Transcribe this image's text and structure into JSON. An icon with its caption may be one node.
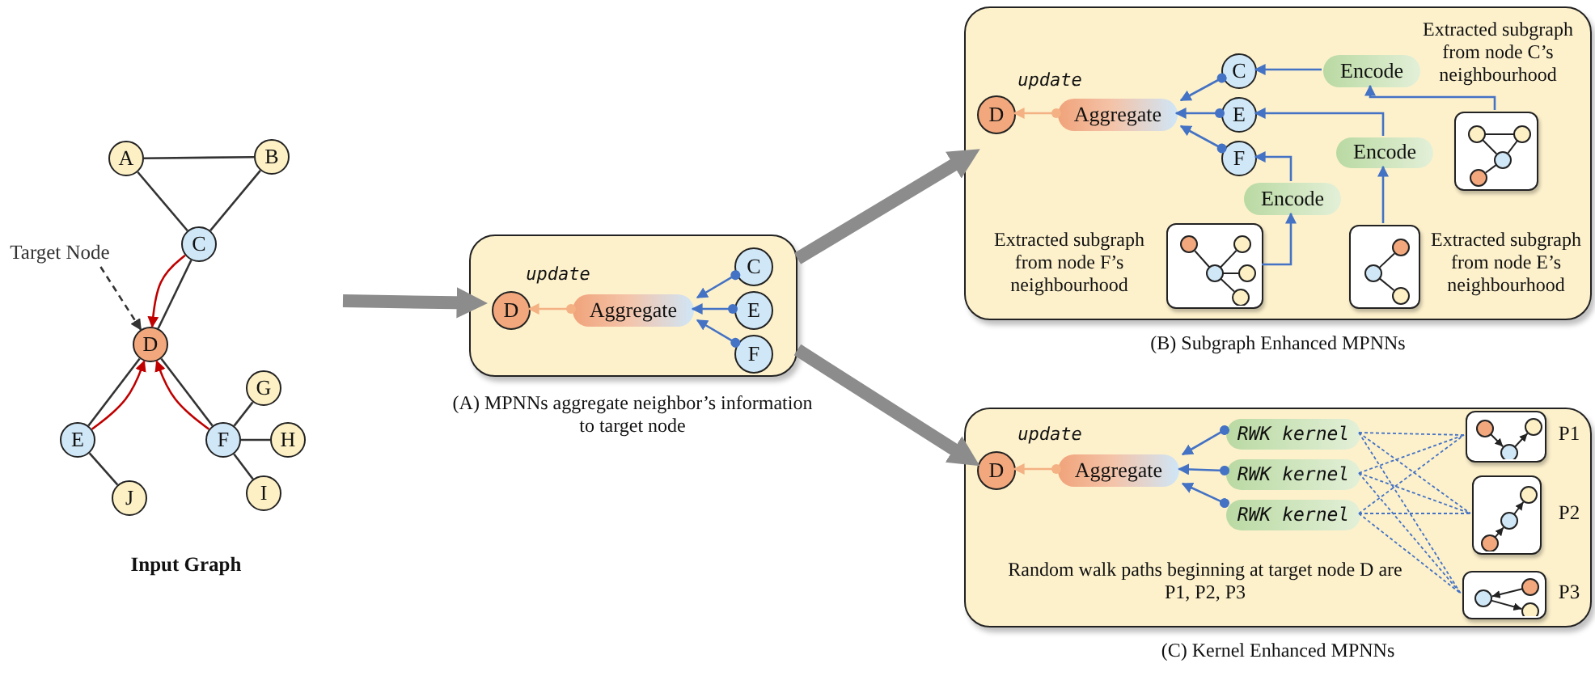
{
  "diagram": {
    "nodes": [
      {
        "text": [
          "A"
        ]
      },
      {
        "text": [
          "B"
        ]
      },
      {
        "text": [
          "C"
        ]
      },
      {
        "text": [
          "Target Node"
        ]
      },
      {
        "text": [
          "D"
        ]
      },
      {
        "text": [
          "G"
        ]
      },
      {
        "text": [
          "E"
        ]
      },
      {
        "text": [
          "F"
        ]
      },
      {
        "text": [
          "H"
        ]
      },
      {
        "text": [
          "I"
        ]
      },
      {
        "text": [
          "J"
        ]
      },
      {
        "text": [],
        "shape": "box"
      },
      {
        "text": [
          "D"
        ],
        "in": 11
      },
      {
        "text": [
          "Aggregate"
        ],
        "in": 11
      },
      {
        "text": [
          "C"
        ],
        "in": 11
      },
      {
        "text": [
          "E"
        ],
        "in": 11
      },
      {
        "text": [
          "F"
        ],
        "in": 11
      },
      {
        "text": [],
        "shape": "box"
      },
      {
        "text": [
          "D"
        ],
        "in": 17
      },
      {
        "text": [
          "Aggregate"
        ],
        "in": 17
      },
      {
        "text": [
          "C"
        ],
        "in": 17
      },
      {
        "text": [
          "E"
        ],
        "in": 17
      },
      {
        "text": [
          "F"
        ],
        "in": 17
      },
      {
        "text": [
          "Encode"
        ],
        "in": 17
      },
      {
        "text": [
          "Encode"
        ],
        "in": 17
      },
      {
        "text": [
          "Encode"
        ],
        "in": 17
      },
      {
        "text": [],
        "shape": "box",
        "in": 17
      },
      {
        "text": [],
        "shape": "box",
        "in": 17
      },
      {
        "text": [],
        "shape": "box",
        "in": 17
      },
      {
        "text": [],
        "shape": "box"
      },
      {
        "text": [
          "D"
        ],
        "in": 29
      },
      {
        "text": [
          "Aggregate"
        ],
        "in": 29
      },
      {
        "text": [
          "RWK kernel"
        ],
        "in": 29
      },
      {
        "text": [
          "RWK kernel"
        ],
        "in": 29
      },
      {
        "text": [
          "RWK kernel"
        ],
        "in": 29
      },
      {
        "text": [],
        "shape": "box",
        "in": 29,
        "beside": [
          "P1"
        ]
      },
      {
        "text": [],
        "shape": "box",
        "in": 29,
        "beside": [
          "P2"
        ]
      },
      {
        "text": [],
        "shape": "box",
        "in": 29,
        "beside": [
          "P3"
        ]
      }
    ],
    "edges": [
      {
        "from": 0,
        "to": 1,
        "arrow": "none",
        "color": "#333333"
      },
      {
        "from": 0,
        "to": 2,
        "arrow": "none",
        "color": "#333333"
      },
      {
        "from": 1,
        "to": 2,
        "arrow": "none",
        "color": "#333333"
      },
      {
        "from": 2,
        "to": 4,
        "arrow": "none",
        "color": "#333333"
      },
      {
        "from": 4,
        "to": 6,
        "arrow": "none",
        "color": "#333333"
      },
      {
        "from": 4,
        "to": 7,
        "arrow": "none",
        "color": "#333333"
      },
      {
        "from": 7,
        "to": 5,
        "arrow": "none",
        "color": "#333333"
      },
      {
        "from": 7,
        "to": 8,
        "arrow": "none",
        "color": "#333333"
      },
      {
        "from": 7,
        "to": 9,
        "arrow": "none",
        "color": "#333333"
      },
      {
        "from": 6,
        "to": 10,
        "arrow": "none",
        "color": "#333333"
      },
      {
        "from": 3,
        "to": 4,
        "arrow": "to",
        "style": "dashed",
        "color": "#333333"
      },
      {
        "from": 2,
        "to": 4,
        "arrow": "to",
        "color": "#c00000"
      },
      {
        "from": 6,
        "to": 4,
        "arrow": "to",
        "color": "#c00000"
      },
      {
        "from": 7,
        "to": 4,
        "arrow": "to",
        "color": "#c00000"
      },
      {
        "from": null,
        "to": 11,
        "arrow": "to",
        "style": "thick",
        "color": "#8c8c8c"
      },
      {
        "from": 11,
        "to": 17,
        "arrow": "to",
        "style": "thick",
        "color": "#8c8c8c"
      },
      {
        "from": 11,
        "to": 29,
        "arrow": "to",
        "style": "thick",
        "color": "#8c8c8c"
      },
      {
        "from": 13,
        "to": 12,
        "arrow": "to",
        "label": "update",
        "color": "#f4b183"
      },
      {
        "from": 14,
        "to": 13,
        "arrow": "to"
      },
      {
        "from": 15,
        "to": 13,
        "arrow": "to"
      },
      {
        "from": 16,
        "to": 13,
        "arrow": "to"
      },
      {
        "from": 19,
        "to": 18,
        "arrow": "to",
        "label": "update",
        "color": "#f4b183"
      },
      {
        "from": 20,
        "to": 19,
        "arrow": "to"
      },
      {
        "from": 21,
        "to": 19,
        "arrow": "to"
      },
      {
        "from": 22,
        "to": 19,
        "arrow": "to"
      },
      {
        "from": 23,
        "to": 20,
        "arrow": "to"
      },
      {
        "from": 24,
        "to": 21,
        "arrow": "to"
      },
      {
        "from": 25,
        "to": 22,
        "arrow": "to"
      },
      {
        "from": 26,
        "to": 23,
        "arrow": "to"
      },
      {
        "from": 28,
        "to": 24,
        "arrow": "to"
      },
      {
        "from": 27,
        "to": 25,
        "arrow": "to"
      },
      {
        "from": 31,
        "to": 30,
        "arrow": "to",
        "label": "update",
        "color": "#f4b183"
      },
      {
        "from": 32,
        "to": 31,
        "arrow": "to"
      },
      {
        "from": 33,
        "to": 31,
        "arrow": "to"
      },
      {
        "from": 34,
        "to": 31,
        "arrow": "to"
      },
      {
        "from": 32,
        "to": 35,
        "arrow": "none",
        "style": "dashed"
      },
      {
        "from": 32,
        "to": 36,
        "arrow": "none",
        "style": "dashed"
      },
      {
        "from": 32,
        "to": 37,
        "arrow": "none",
        "style": "dashed"
      },
      {
        "from": 33,
        "to": 35,
        "arrow": "none",
        "style": "dashed"
      },
      {
        "from": 33,
        "to": 36,
        "arrow": "none",
        "style": "dashed"
      },
      {
        "from": 33,
        "to": 37,
        "arrow": "none",
        "style": "dashed"
      },
      {
        "from": 34,
        "to": 35,
        "arrow": "none",
        "style": "dashed"
      },
      {
        "from": 34,
        "to": 36,
        "arrow": "none",
        "style": "dashed"
      },
      {
        "from": 34,
        "to": 37,
        "arrow": "none",
        "style": "dashed"
      }
    ],
    "labels": [
      "Extracted subgraph from node C’s neighbourhood",
      "Extracted subgraph from node F’s neighbourhood",
      "Extracted subgraph from node E’s neighbourhood",
      "(B) Subgraph Enhanced MPNNs",
      "(A) MPNNs aggregate neighbor’s information to target node",
      "Input Graph",
      "Random walk paths beginning at target node D are P1, P2, P3",
      "(C) Kernel Enhanced MPNNs"
    ]
  }
}
